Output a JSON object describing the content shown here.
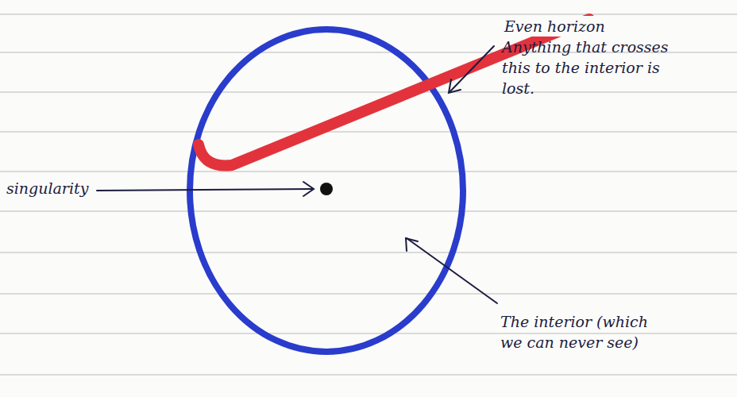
{
  "diagram": {
    "labels": [
      "Even horizon",
      "Anything that crosses this to the interior is lost.",
      "singularity",
      "The interior (which we can never see)"
    ]
  }
}
